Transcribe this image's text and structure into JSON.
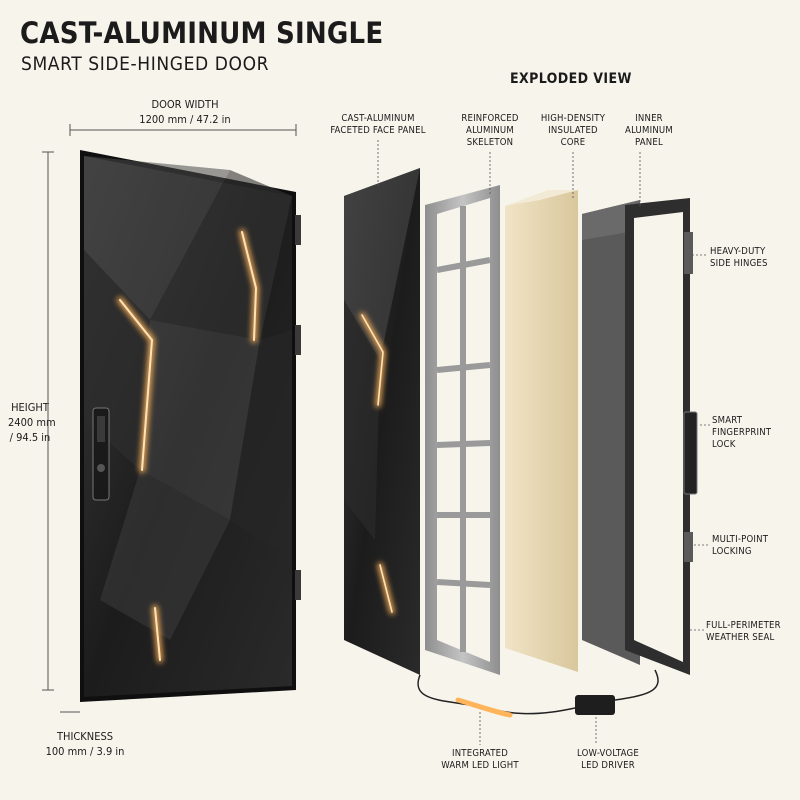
{
  "title": "CAST-ALUMINUM SINGLE",
  "subtitle": "SMART SIDE-HINGED DOOR",
  "exploded_view_label": "EXPLODED VIEW",
  "dimensions": {
    "width": {
      "label": "DOOR WIDTH",
      "value": "1200 mm / 47.2 in"
    },
    "height": {
      "label": "HEIGHT",
      "value_mm": "2400 mm",
      "value_in": "/ 94.5 in"
    },
    "thickness": {
      "label": "THICKNESS",
      "value": "100 mm / 3.9 in"
    }
  },
  "layers": [
    {
      "lines": [
        "CAST-ALUMINUM",
        "FACETED FACE PANEL"
      ]
    },
    {
      "lines": [
        "REINFORCED",
        "ALUMINUM",
        "SKELETON"
      ]
    },
    {
      "lines": [
        "HIGH-DENSITY",
        "INSULATED",
        "CORE"
      ]
    },
    {
      "lines": [
        "INNER",
        "ALUMINUM",
        "PANEL"
      ]
    }
  ],
  "features": [
    {
      "lines": [
        "HEAVY-DUTY",
        "SIDE HINGES"
      ]
    },
    {
      "lines": [
        "SMART",
        "FINGERPRINT",
        "LOCK"
      ]
    },
    {
      "lines": [
        "MULTI-POINT",
        "LOCKING"
      ]
    },
    {
      "lines": [
        "FULL-PERIMETER",
        "WEATHER SEAL"
      ]
    }
  ],
  "bottom_labels": [
    {
      "lines": [
        "INTEGRATED",
        "WARM LED LIGHT"
      ]
    },
    {
      "lines": [
        "LOW-VOLTAGE",
        "LED DRIVER"
      ]
    }
  ],
  "colors": {
    "background": "#f7f4ec",
    "door_face": "#222222",
    "led_glow": "#ffb45a",
    "skeleton": "#a9a9a9",
    "core": "#e6d6b0",
    "inner_panel": "#5a5a5a",
    "frame": "#2e2e2e"
  }
}
